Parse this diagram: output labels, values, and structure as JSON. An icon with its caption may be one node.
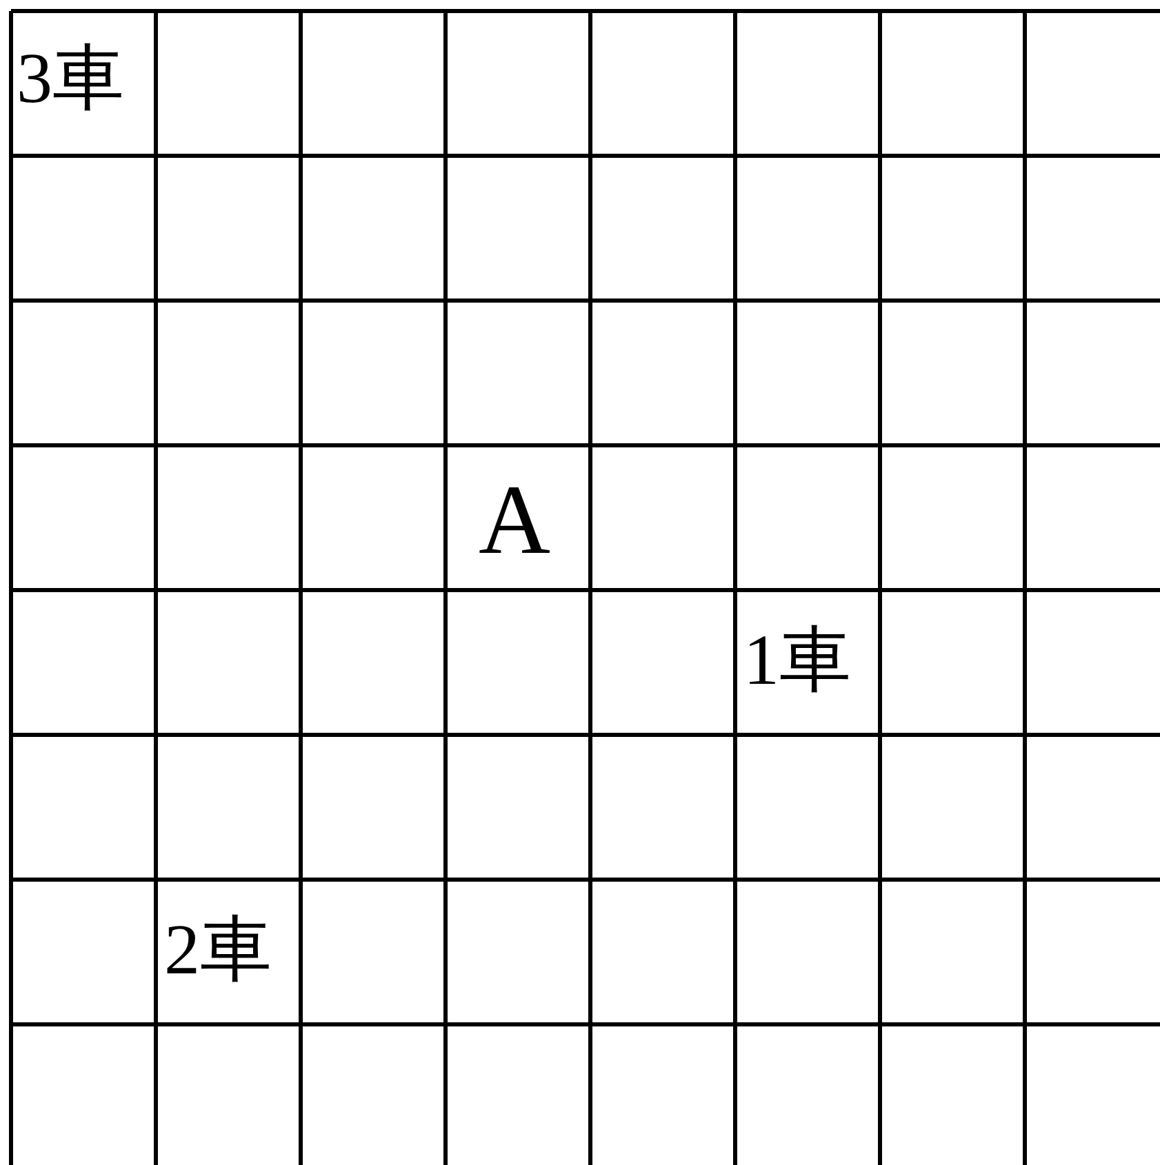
{
  "diagram": {
    "labels": [
      "3車",
      "A",
      "1車",
      "2車"
    ]
  }
}
